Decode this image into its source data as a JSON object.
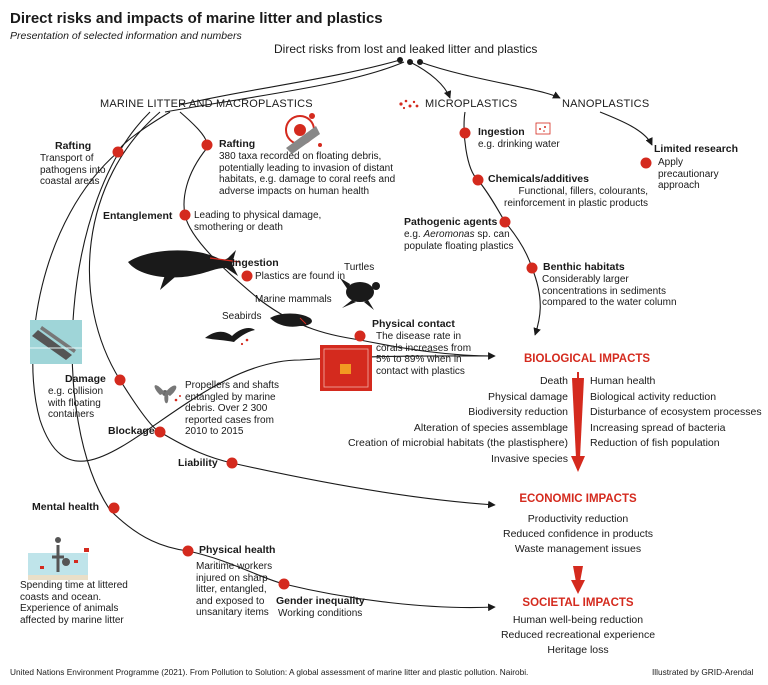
{
  "title": "Direct risks and impacts of marine litter and plastics",
  "subtitle": "Presentation of selected information and numbers",
  "root": "Direct risks from lost and leaked litter and plastics",
  "categories": {
    "macro": "MARINE LITTER AND MACROPLASTICS",
    "micro": "MICROPLASTICS",
    "nano": "NANOPLASTICS"
  },
  "nodes": {
    "rafting_left": {
      "title": "Rafting",
      "text": [
        "Transport of",
        "pathogens into",
        "coastal areas"
      ]
    },
    "rafting_mid": {
      "title": "Rafting",
      "text": [
        "380 taxa recorded on floating debris,",
        "potentially leading to invasion of distant",
        "habitats, e.g. damage to coral reefs and",
        "adverse impacts on human health"
      ]
    },
    "entanglement": {
      "title": "Entanglement",
      "text": [
        "Leading to physical damage,",
        "smothering or death"
      ]
    },
    "ingestion_macro": {
      "title": "Ingestion",
      "text": [
        "Plastics are found in"
      ]
    },
    "turtles": "Turtles",
    "marine_mammals": "Marine mammals",
    "seabirds": "Seabirds",
    "physical_contact": {
      "title": "Physical contact",
      "text": [
        "The disease rate in",
        "corals increases from",
        "5% to 89% when in",
        "contact with plastics"
      ]
    },
    "damage": {
      "title": "Damage",
      "text": [
        "e.g. collision",
        "with floating",
        "containers"
      ]
    },
    "blockage": {
      "title": "Blockage",
      "text": [
        "Propellers and shafts",
        "entangled by marine",
        "debris. Over 2 300",
        "reported cases from",
        "2010 to 2015"
      ]
    },
    "liability": {
      "title": "Liability"
    },
    "mental_health": {
      "title": "Mental health",
      "text": [
        "Spending time at littered",
        "coasts and ocean.",
        "Experience of animals",
        "affected by marine litter"
      ]
    },
    "physical_health": {
      "title": "Physical health",
      "text": [
        "Maritime workers",
        "injured on sharp",
        "litter, entangled,",
        "and exposed to",
        "unsanitary items"
      ]
    },
    "gender_inequality": {
      "title": "Gender inequality",
      "text": [
        "Working conditions"
      ]
    },
    "ingestion_micro": {
      "title": "Ingestion",
      "text": [
        "e.g. drinking water"
      ]
    },
    "chemicals": {
      "title": "Chemicals/additives",
      "text": [
        "Functional, fillers, colourants,",
        "reinforcement in plastic products"
      ]
    },
    "pathogenic": {
      "title": "Pathogenic agents",
      "text_pre": "e.g. ",
      "text_italic": "Aeromonas",
      "text_post": " sp. can",
      "text2": "populate floating plastics"
    },
    "benthic": {
      "title": "Benthic habitats",
      "text": [
        "Considerably larger",
        "concentrations in sediments",
        "compared to the water column"
      ]
    },
    "limited_research": {
      "title": "Limited research",
      "text": [
        "Apply",
        "precautionary",
        "approach"
      ]
    }
  },
  "impacts": {
    "biological": {
      "title": "BIOLOGICAL IMPACTS",
      "left": [
        "Death",
        "Physical damage",
        "Biodiversity reduction",
        "Alteration of species assemblage",
        "Creation of microbial habitats (the plastisphere)",
        "Invasive species"
      ],
      "right": [
        "Human health",
        "Biological activity reduction",
        "Disturbance of ecosystem processes",
        "Increasing spread of bacteria",
        "Reduction of fish population"
      ]
    },
    "economic": {
      "title": "ECONOMIC IMPACTS",
      "items": [
        "Productivity reduction",
        "Reduced confidence in products",
        "Waste management issues"
      ]
    },
    "societal": {
      "title": "SOCIETAL IMPACTS",
      "items": [
        "Human well-being reduction",
        "Reduced recreational experience",
        "Heritage loss"
      ]
    }
  },
  "footer": {
    "source": "United Nations Environment Programme (2021). From Pollution to Solution: A global assessment of marine litter and plastic pollution. Nairobi.",
    "credit": "Illustrated by GRID-Arendal"
  },
  "colors": {
    "accent": "#d42a1e",
    "line": "#1a1a1a",
    "text": "#1a1a1a"
  }
}
